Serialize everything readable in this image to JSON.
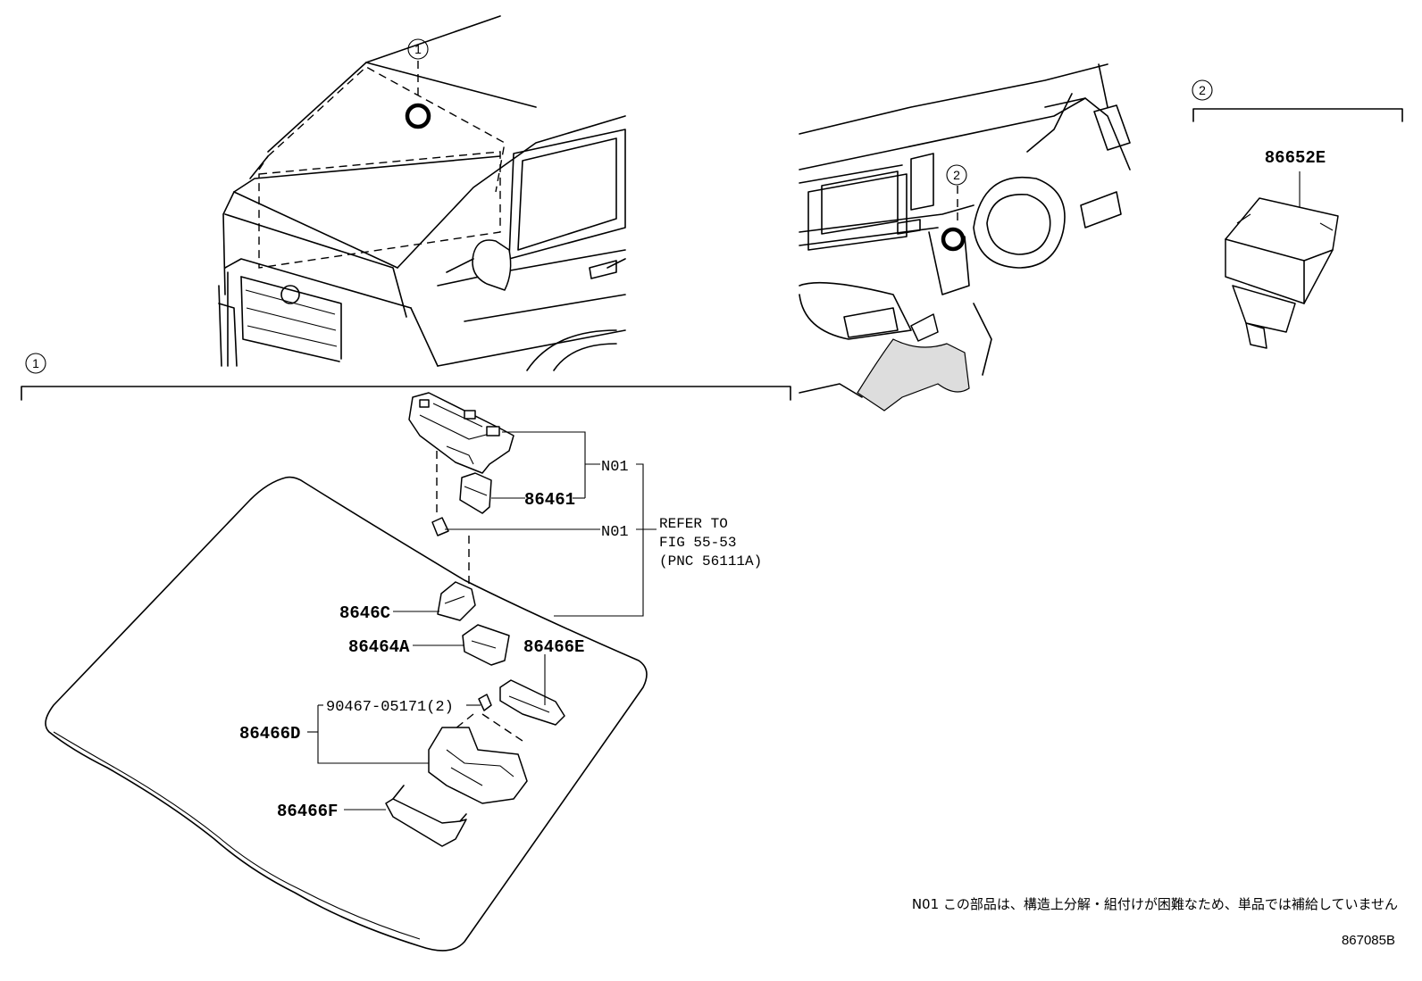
{
  "callouts": {
    "one": "1",
    "two": "2"
  },
  "parts": {
    "p86652E": "86652E",
    "p86461": "86461",
    "n01_a": "N01",
    "n01_b": "N01",
    "p8646C": "8646C",
    "p86464A": "86464A",
    "p86466E": "86466E",
    "p90467": "90467-05171(2)",
    "p86466D": "86466D",
    "p86466F": "86466F"
  },
  "refer": {
    "line1": "REFER TO",
    "line2": "FIG 55-53",
    "line3": "(PNC 56111A)"
  },
  "footnote": "N01 この部品は、構造上分解・組付けが困難なため、単品では補給していません",
  "figure_code": "867085B"
}
